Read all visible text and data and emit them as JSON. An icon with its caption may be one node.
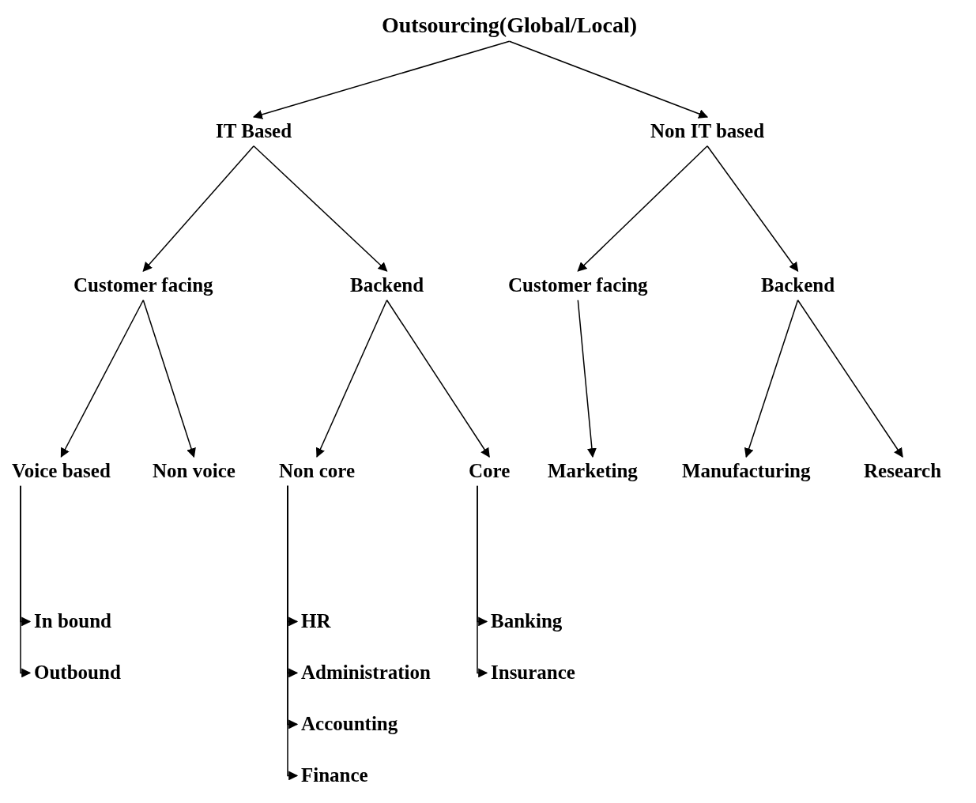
{
  "diagram": {
    "nodes": [
      {
        "text": [
          "Outsourcing(Global/Local)"
        ]
      },
      {
        "text": [
          "IT Based"
        ]
      },
      {
        "text": [
          "Non IT based"
        ]
      },
      {
        "text": [
          "Customer facing"
        ]
      },
      {
        "text": [
          "Backend"
        ]
      },
      {
        "text": [
          "Customer facing"
        ]
      },
      {
        "text": [
          "Backend"
        ]
      },
      {
        "text": [
          "Voice based"
        ]
      },
      {
        "text": [
          "Non voice"
        ]
      },
      {
        "text": [
          "Non core"
        ]
      },
      {
        "text": [
          "Core"
        ]
      },
      {
        "text": [
          "Marketing"
        ]
      },
      {
        "text": [
          "Manufacturing"
        ]
      },
      {
        "text": [
          "Research"
        ]
      },
      {
        "text": [
          "In bound"
        ]
      },
      {
        "text": [
          "Outbound"
        ]
      },
      {
        "text": [
          "HR"
        ]
      },
      {
        "text": [
          "Administration"
        ]
      },
      {
        "text": [
          "Accounting"
        ]
      },
      {
        "text": [
          "Finance"
        ]
      },
      {
        "text": [
          "Banking"
        ]
      },
      {
        "text": [
          "Insurance"
        ]
      }
    ],
    "edges": [
      {
        "from": 0,
        "to": 1,
        "arrow": "to"
      },
      {
        "from": 0,
        "to": 2,
        "arrow": "to"
      },
      {
        "from": 1,
        "to": 3,
        "arrow": "to"
      },
      {
        "from": 1,
        "to": 4,
        "arrow": "to"
      },
      {
        "from": 2,
        "to": 5,
        "arrow": "to"
      },
      {
        "from": 2,
        "to": 6,
        "arrow": "to"
      },
      {
        "from": 3,
        "to": 7,
        "arrow": "to"
      },
      {
        "from": 3,
        "to": 8,
        "arrow": "to"
      },
      {
        "from": 4,
        "to": 9,
        "arrow": "to"
      },
      {
        "from": 4,
        "to": 10,
        "arrow": "to"
      },
      {
        "from": 5,
        "to": 11,
        "arrow": "to"
      },
      {
        "from": 6,
        "to": 12,
        "arrow": "to"
      },
      {
        "from": 6,
        "to": 13,
        "arrow": "to"
      },
      {
        "from": 7,
        "to": 14,
        "arrow": "to"
      },
      {
        "from": 7,
        "to": 15,
        "arrow": "to"
      },
      {
        "from": 9,
        "to": 16,
        "arrow": "to"
      },
      {
        "from": 9,
        "to": 17,
        "arrow": "to"
      },
      {
        "from": 9,
        "to": 18,
        "arrow": "to"
      },
      {
        "from": 9,
        "to": 19,
        "arrow": "to"
      },
      {
        "from": 10,
        "to": 20,
        "arrow": "to"
      },
      {
        "from": 10,
        "to": 21,
        "arrow": "to"
      }
    ]
  }
}
